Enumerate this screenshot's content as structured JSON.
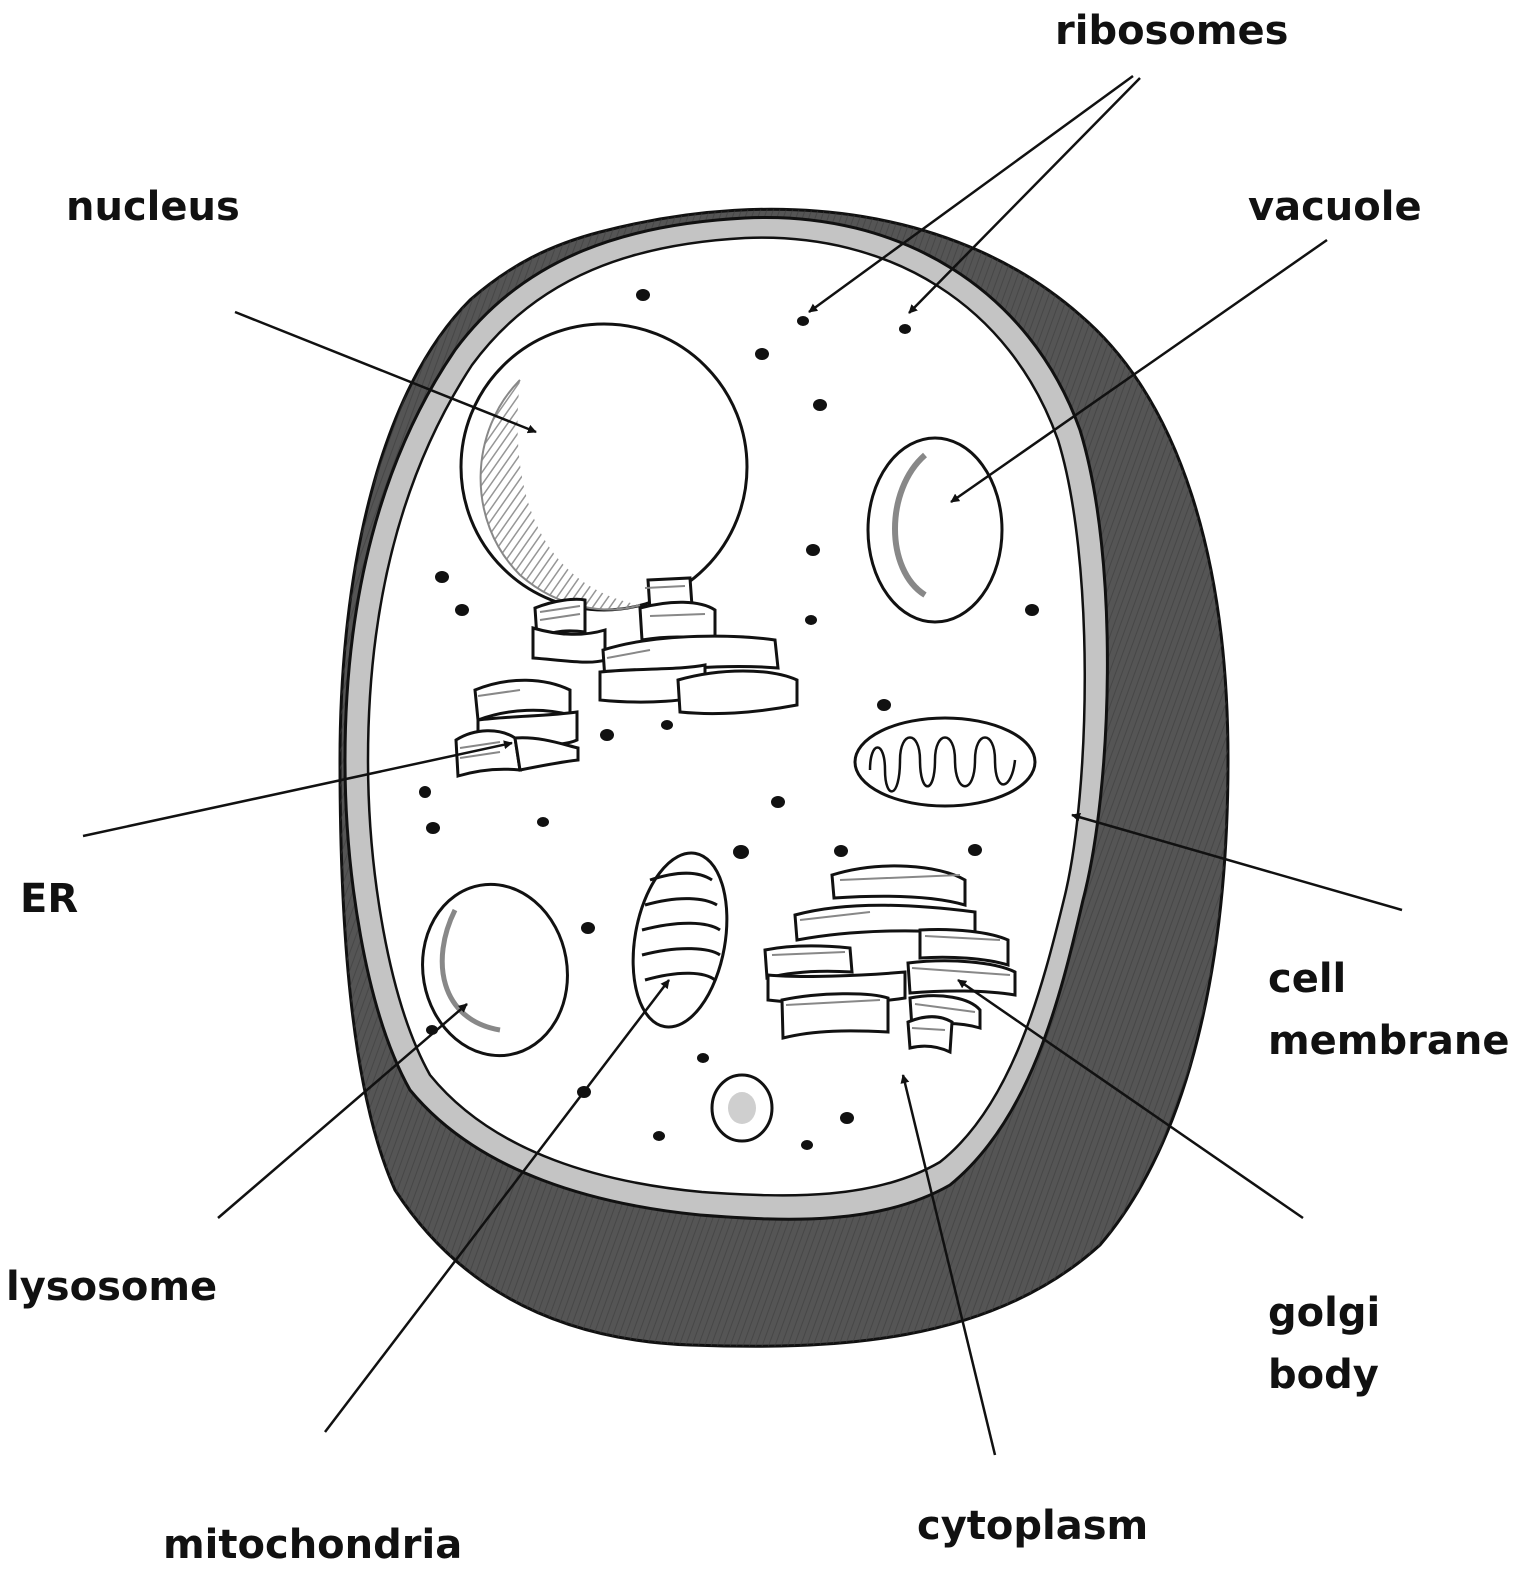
{
  "diagram": {
    "colors": {
      "ink": "#111111",
      "outer_body": "#555555",
      "outer_shadow": "#3d3d3d",
      "membrane": "#c4c4c4",
      "cytoplasm": "#ffffff",
      "shading": "#8a8a8a",
      "ribosome": "#111111"
    },
    "labels": {
      "ribosomes": "ribosomes",
      "nucleus": "nucleus",
      "vacuole": "vacuole",
      "er": "ER",
      "cell_membrane_line1": "cell",
      "cell_membrane_line2": "membrane",
      "lysosome": "lysosome",
      "golgi_line1": "golgi",
      "golgi_line2": "body",
      "mitochondria": "mitochondria",
      "cytoplasm": "cytoplasm"
    }
  }
}
